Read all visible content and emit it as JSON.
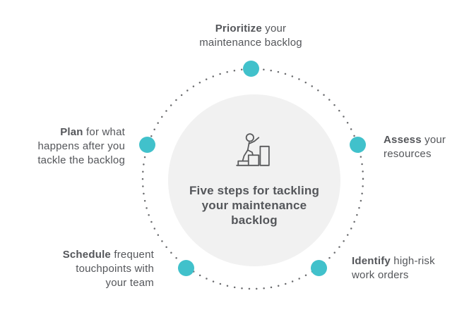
{
  "title": "Five steps for tackling your maintenance backlog",
  "center": {
    "title_lines": [
      "Five steps for tackling",
      "your maintenance",
      "backlog"
    ],
    "icon": "person-climbing-stairs"
  },
  "steps": [
    {
      "name": "prioritize",
      "position": "top",
      "lines": [
        {
          "b": "Prioritize",
          "t": " your"
        },
        {
          "b": "",
          "t": "maintenance backlog"
        }
      ]
    },
    {
      "name": "assess",
      "position": "right",
      "lines": [
        {
          "b": "Assess",
          "t": " your"
        },
        {
          "b": "",
          "t": "resources"
        }
      ]
    },
    {
      "name": "identify",
      "position": "bottom-right",
      "lines": [
        {
          "b": "Identify",
          "t": " high-risk"
        },
        {
          "b": "",
          "t": "work orders"
        }
      ]
    },
    {
      "name": "schedule",
      "position": "bottom-left",
      "lines": [
        {
          "b": "Schedule",
          "t": " frequent"
        },
        {
          "b": "",
          "t": "touchpoints with"
        },
        {
          "b": "",
          "t": "your team"
        }
      ]
    },
    {
      "name": "plan",
      "position": "left",
      "lines": [
        {
          "b": "Plan",
          "t": " for what"
        },
        {
          "b": "",
          "t": "happens after you"
        },
        {
          "b": "",
          "t": "tackle the backlog"
        }
      ]
    }
  ],
  "colors": {
    "accent_teal": "#41C1CB",
    "text": "#54565A",
    "center_circle_fill": "#F1F1F1",
    "ring_dots": "#6A6B6E",
    "background": "#FFFFFF"
  }
}
